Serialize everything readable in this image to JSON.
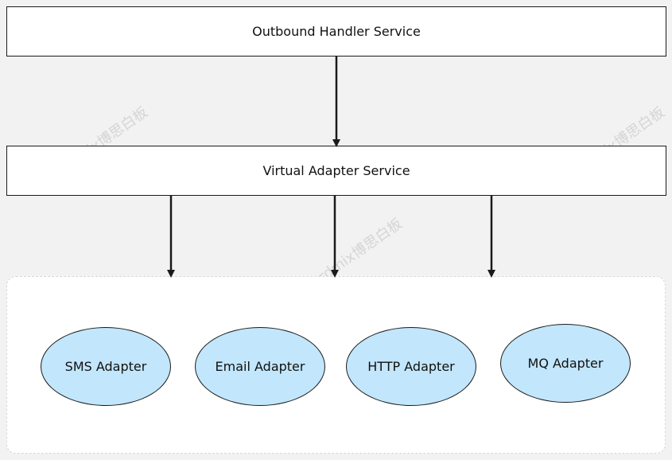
{
  "diagram": {
    "top_service": "Outbound Handler Service",
    "middle_service": "Virtual Adapter Service",
    "adapters": [
      "SMS Adapter",
      "Email Adapter",
      "HTTP Adapter",
      "MQ Adapter"
    ]
  },
  "watermark": "boardmix博思白板",
  "colors": {
    "background": "#f2f2f2",
    "box_fill": "#ffffff",
    "adapter_fill": "#c2e6fb",
    "stroke": "#1a1a1a"
  }
}
